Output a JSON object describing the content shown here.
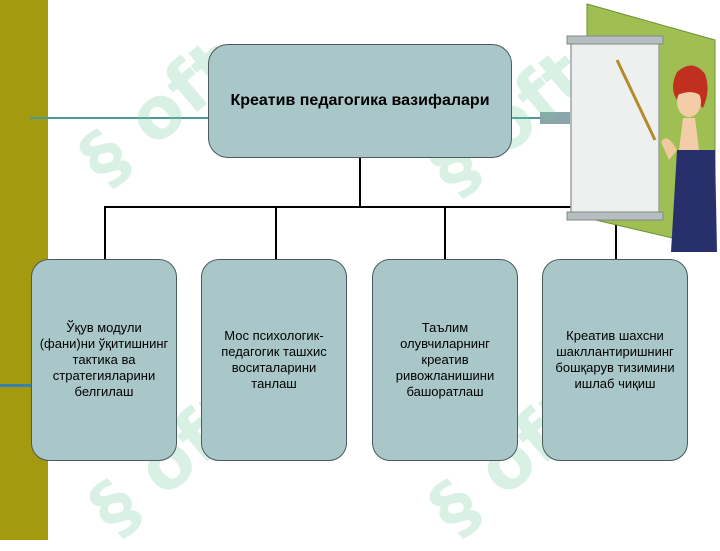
{
  "diagram": {
    "title": "Креатив педагогика вазифалари",
    "tasks": [
      "Ўқув модули (фани)ни ўқитишнинг тактика ва стратегияларини белгилаш",
      "Мос психологик-педагогик ташхис воситаларини танлаш",
      "Таълим олувчиларнинг креатив ривожланишини башоратлаш",
      "Креатив шахсни шакллантиришнинг бошқарув тизимини ишлаб чиқиш"
    ]
  },
  "colors": {
    "box_fill": "#a9c7c8",
    "left_bar": "#a39a10",
    "board_green": "#9fbf52"
  },
  "icons": [
    "teacher-pointing-at-board-icon"
  ]
}
